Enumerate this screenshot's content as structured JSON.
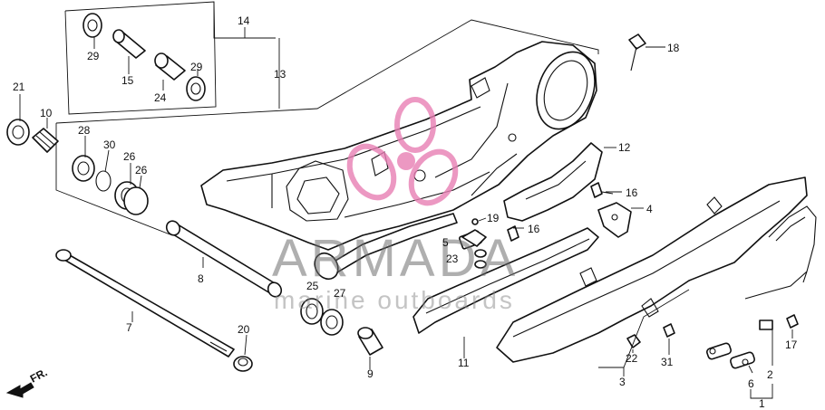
{
  "callouts": {
    "c1": "1",
    "c2": "2",
    "c3": "3",
    "c4": "4",
    "c5": "5",
    "c6": "6",
    "c7": "7",
    "c8": "8",
    "c9": "9",
    "c10": "10",
    "c11": "11",
    "c12": "12",
    "c13": "13",
    "c14": "14",
    "c15": "15",
    "c16a": "16",
    "c16b": "16",
    "c17": "17",
    "c18": "18",
    "c19": "19",
    "c20": "20",
    "c21": "21",
    "c22": "22",
    "c23": "23",
    "c24": "24",
    "c25": "25",
    "c26a": "26",
    "c26b": "26",
    "c27": "27",
    "c28": "28",
    "c29a": "29",
    "c29b": "29",
    "c30": "30",
    "c31": "31"
  },
  "direction": {
    "label": "FR."
  },
  "watermark": {
    "name": "ARMADA",
    "tagline": "marine outboards",
    "logo_icon": "propeller-logo-icon",
    "logo_color": "#e87fb4"
  }
}
